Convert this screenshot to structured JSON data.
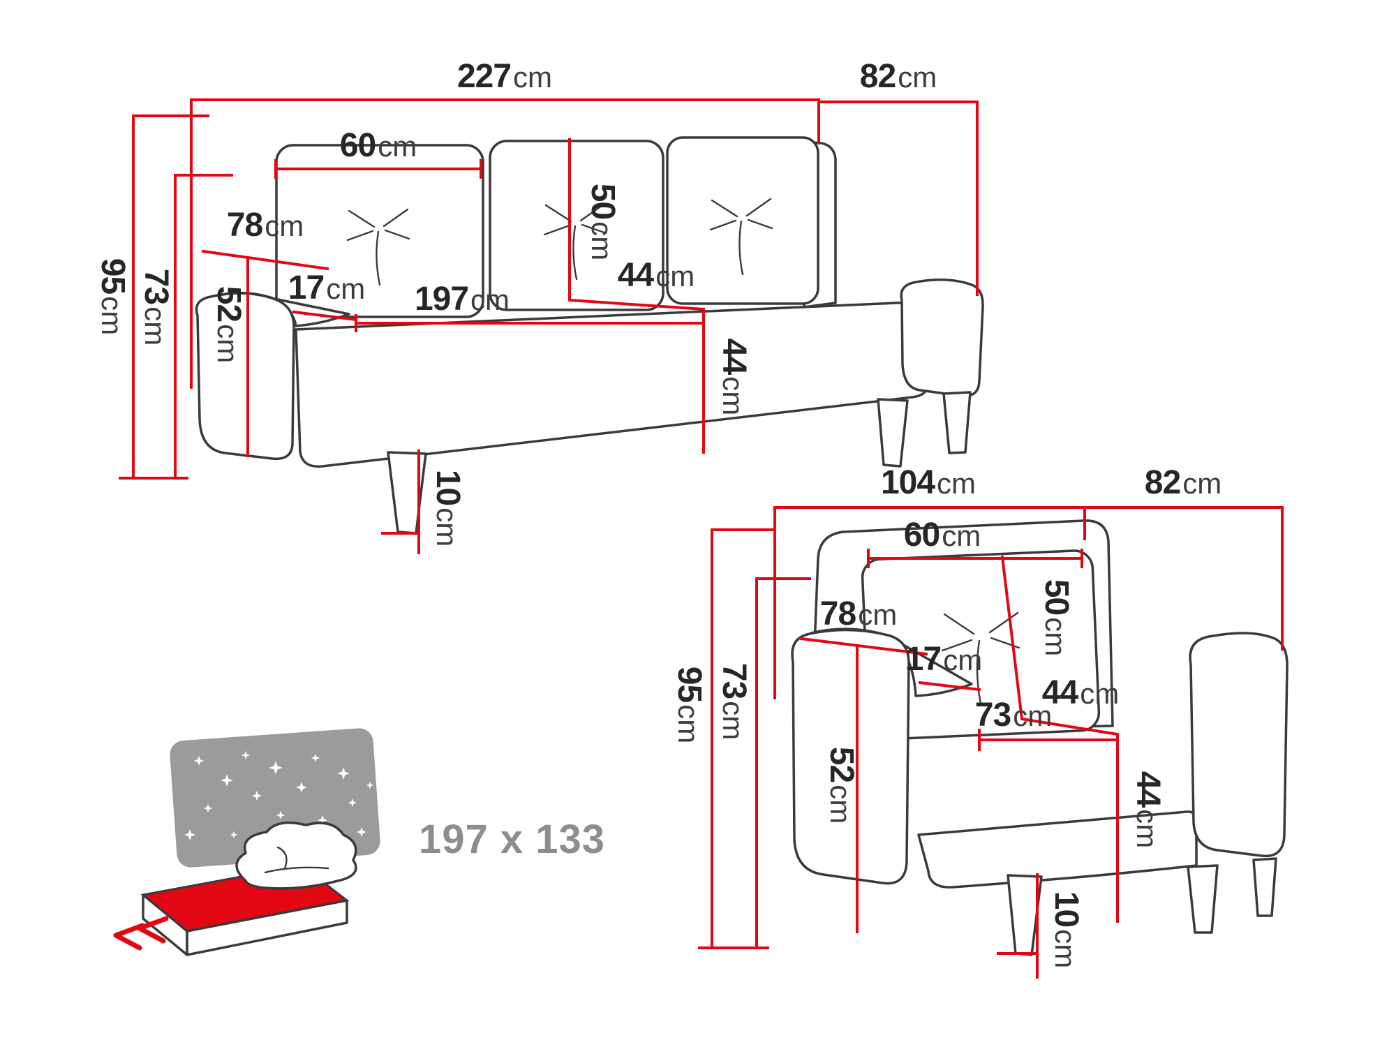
{
  "unit": "cm",
  "sofa": {
    "name": "three-seat sofa",
    "dims": {
      "width": "227",
      "depth": "82",
      "height": "95",
      "back_height": "73",
      "arm_depth": "78",
      "arm_height": "52",
      "cushion_width": "60",
      "cushion_height": "50",
      "cushion_depth": "44",
      "seat_width": "197",
      "arm_width": "17",
      "seat_height": "44",
      "leg_height": "10"
    }
  },
  "armchair": {
    "name": "armchair",
    "dims": {
      "width": "104",
      "depth": "82",
      "height": "95",
      "back_height": "73",
      "arm_depth": "78",
      "arm_height": "52",
      "cushion_width": "60",
      "cushion_height": "50",
      "cushion_depth": "44",
      "seat_width": "73",
      "arm_width": "17",
      "seat_height": "44",
      "leg_height": "10"
    }
  },
  "bed": {
    "sleeping_area": "197 x 133"
  },
  "colors": {
    "red": "#e30613",
    "outline": "#3a3a3a",
    "number": "#262626",
    "unit_text": "#3d3d3d",
    "bed_gray": "#9b9b9b",
    "area_text": "#8d8d8d",
    "background": "#ffffff"
  }
}
